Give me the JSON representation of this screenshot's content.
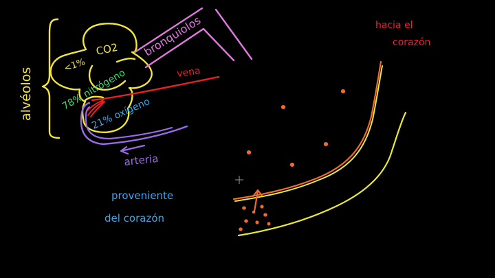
{
  "diagram": {
    "background": "#000000",
    "labels": {
      "alveolos": "alvéolos",
      "co2": "CO2",
      "co2_pct": "<1%",
      "nitrogen": "78% nitrógeno",
      "oxygen": "21% oxígeno",
      "bronchioles": "bronquiolos",
      "vein": "vena",
      "artery": "arteria",
      "toward_heart_line1": "hacia el",
      "toward_heart_line2": "corazón",
      "from_heart_line1": "proveniente",
      "from_heart_line2": "del corazón"
    },
    "colors": {
      "alveoli": "#f2e63a",
      "nitrogen": "#3fd870",
      "oxygen": "#2fa8e8",
      "bronchioles": "#e078e0",
      "vein": "#ee2020",
      "artery": "#9a6ae8",
      "toward_heart": "#f0203a",
      "from_heart": "#3aa6ee",
      "vessel_wall": "#eaea30",
      "blood_cells": "#f06a30"
    },
    "annotations": {
      "cursor": "crosshair-cursor"
    }
  }
}
